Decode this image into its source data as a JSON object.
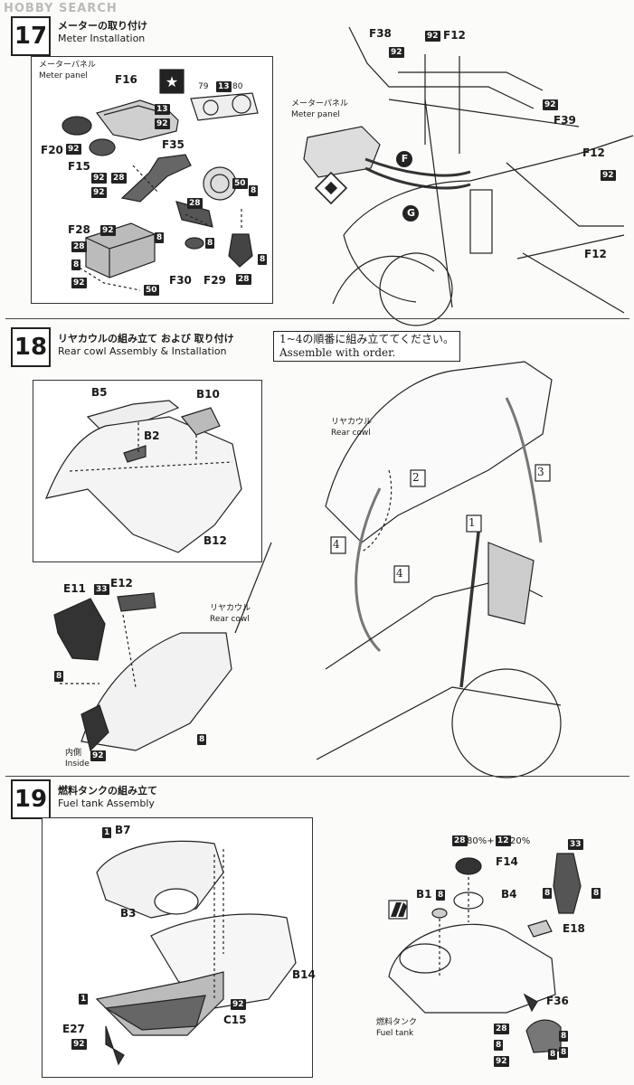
{
  "watermark": "HOBBY SEARCH",
  "steps": [
    {
      "num": "17",
      "jp": "メーターの取り付け",
      "en": "Meter Installation"
    },
    {
      "num": "18",
      "jp": "リヤカウルの組み立て および 取り付け",
      "en": "Rear cowl Assembly & Installation"
    },
    {
      "num": "19",
      "jp": "燃料タンクの組み立て",
      "en": "Fuel tank Assembly"
    }
  ],
  "step17": {
    "meter_panel_jp": "メーターパネル",
    "meter_panel_en": "Meter panel",
    "parts": [
      "F16",
      "F20",
      "F15",
      "F35",
      "F28",
      "F30",
      "F29",
      "F38",
      "F12",
      "F39",
      "F12",
      "F12"
    ],
    "codes": [
      "13",
      "92",
      "92",
      "92",
      "28",
      "92",
      "28",
      "8",
      "92",
      "28",
      "8",
      "92",
      "8",
      "50",
      "50",
      "8",
      "8",
      "28",
      "79",
      "13",
      "80",
      "92",
      "92",
      "92",
      "92"
    ],
    "markers": [
      "F",
      "G"
    ]
  },
  "step18": {
    "note": [
      "1~4の順番に組み立ててください。",
      "Assemble with order."
    ],
    "parts": [
      "B5",
      "B10",
      "B2",
      "B12",
      "E11",
      "E12"
    ],
    "rear_cowl_jp": "リヤカウル",
    "rear_cowl_en": "Rear cowl",
    "inside_jp": "内側",
    "inside_en": "Inside",
    "codes": [
      "33",
      "8",
      "8",
      "92"
    ],
    "order": [
      "1",
      "2",
      "3",
      "4",
      "4"
    ]
  },
  "step19": {
    "paint_mix": [
      "28",
      "80%+",
      "12",
      "20%"
    ],
    "parts": [
      "B7",
      "B3",
      "B14",
      "C15",
      "E27",
      "F14",
      "B1",
      "B4",
      "E18",
      "F36"
    ],
    "fuel_tank_jp": "燃料タンク",
    "fuel_tank_en": "Fuel tank",
    "codes": [
      "1",
      "1",
      "92",
      "92",
      "8",
      "33",
      "8",
      "8",
      "28",
      "8",
      "8",
      "8",
      "92",
      "8"
    ]
  }
}
